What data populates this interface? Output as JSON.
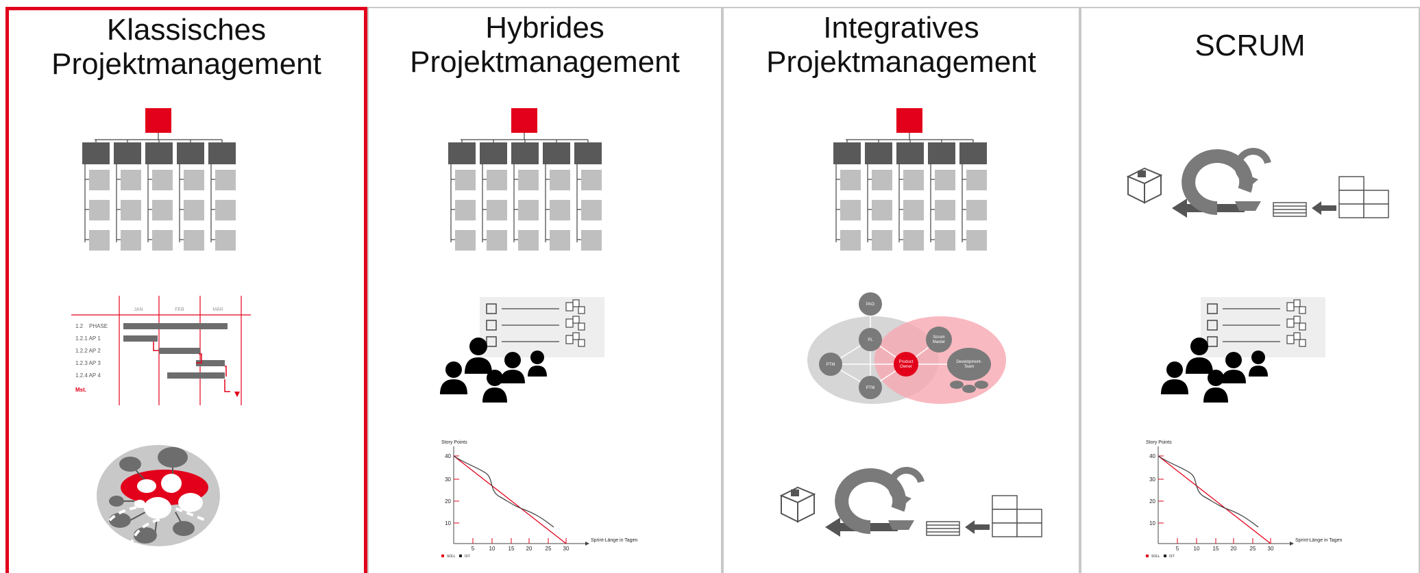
{
  "colors": {
    "accent": "#e2001a",
    "dark": "#595959",
    "light": "#bfbfbf",
    "border": "#c8c8c8"
  },
  "columns": [
    {
      "title_lines": [
        "Klassisches",
        "Projektmanagement"
      ],
      "active": true
    },
    {
      "title_lines": [
        "Hybrides",
        "Projektmanagement"
      ],
      "active": false
    },
    {
      "title_lines": [
        "Integratives",
        "Projektmanagement"
      ],
      "active": false
    },
    {
      "title_lines": [
        "SCRUM"
      ],
      "active": false
    }
  ],
  "gantt": {
    "months": [
      "JAN",
      "FEB",
      "MÄR"
    ],
    "rows": [
      "1.2    PHASE",
      "1.2.1 AP 1",
      "1.2.2 AP 2",
      "1.2.3 AP 3",
      "1.2.4 AP 4",
      "Mst."
    ]
  },
  "burndown": {
    "ylabel": "Story Points",
    "xlabel": "Sprint-Länge in Tagen",
    "y_ticks": [
      "10",
      "20",
      "30",
      "40"
    ],
    "x_ticks": [
      "5",
      "10",
      "15",
      "20",
      "25",
      "30"
    ],
    "legend": [
      "SOLL",
      "IST"
    ]
  },
  "roles": {
    "pao": "PAO",
    "pl": "PL",
    "ptm_left": "PTM",
    "ptm_bottom": "PTM",
    "po_line1": "Product",
    "po_line2": "Owner",
    "sm_line1": "Scrum",
    "sm_line2": "Master",
    "dev_line1": "Development-",
    "dev_line2": "Team"
  }
}
